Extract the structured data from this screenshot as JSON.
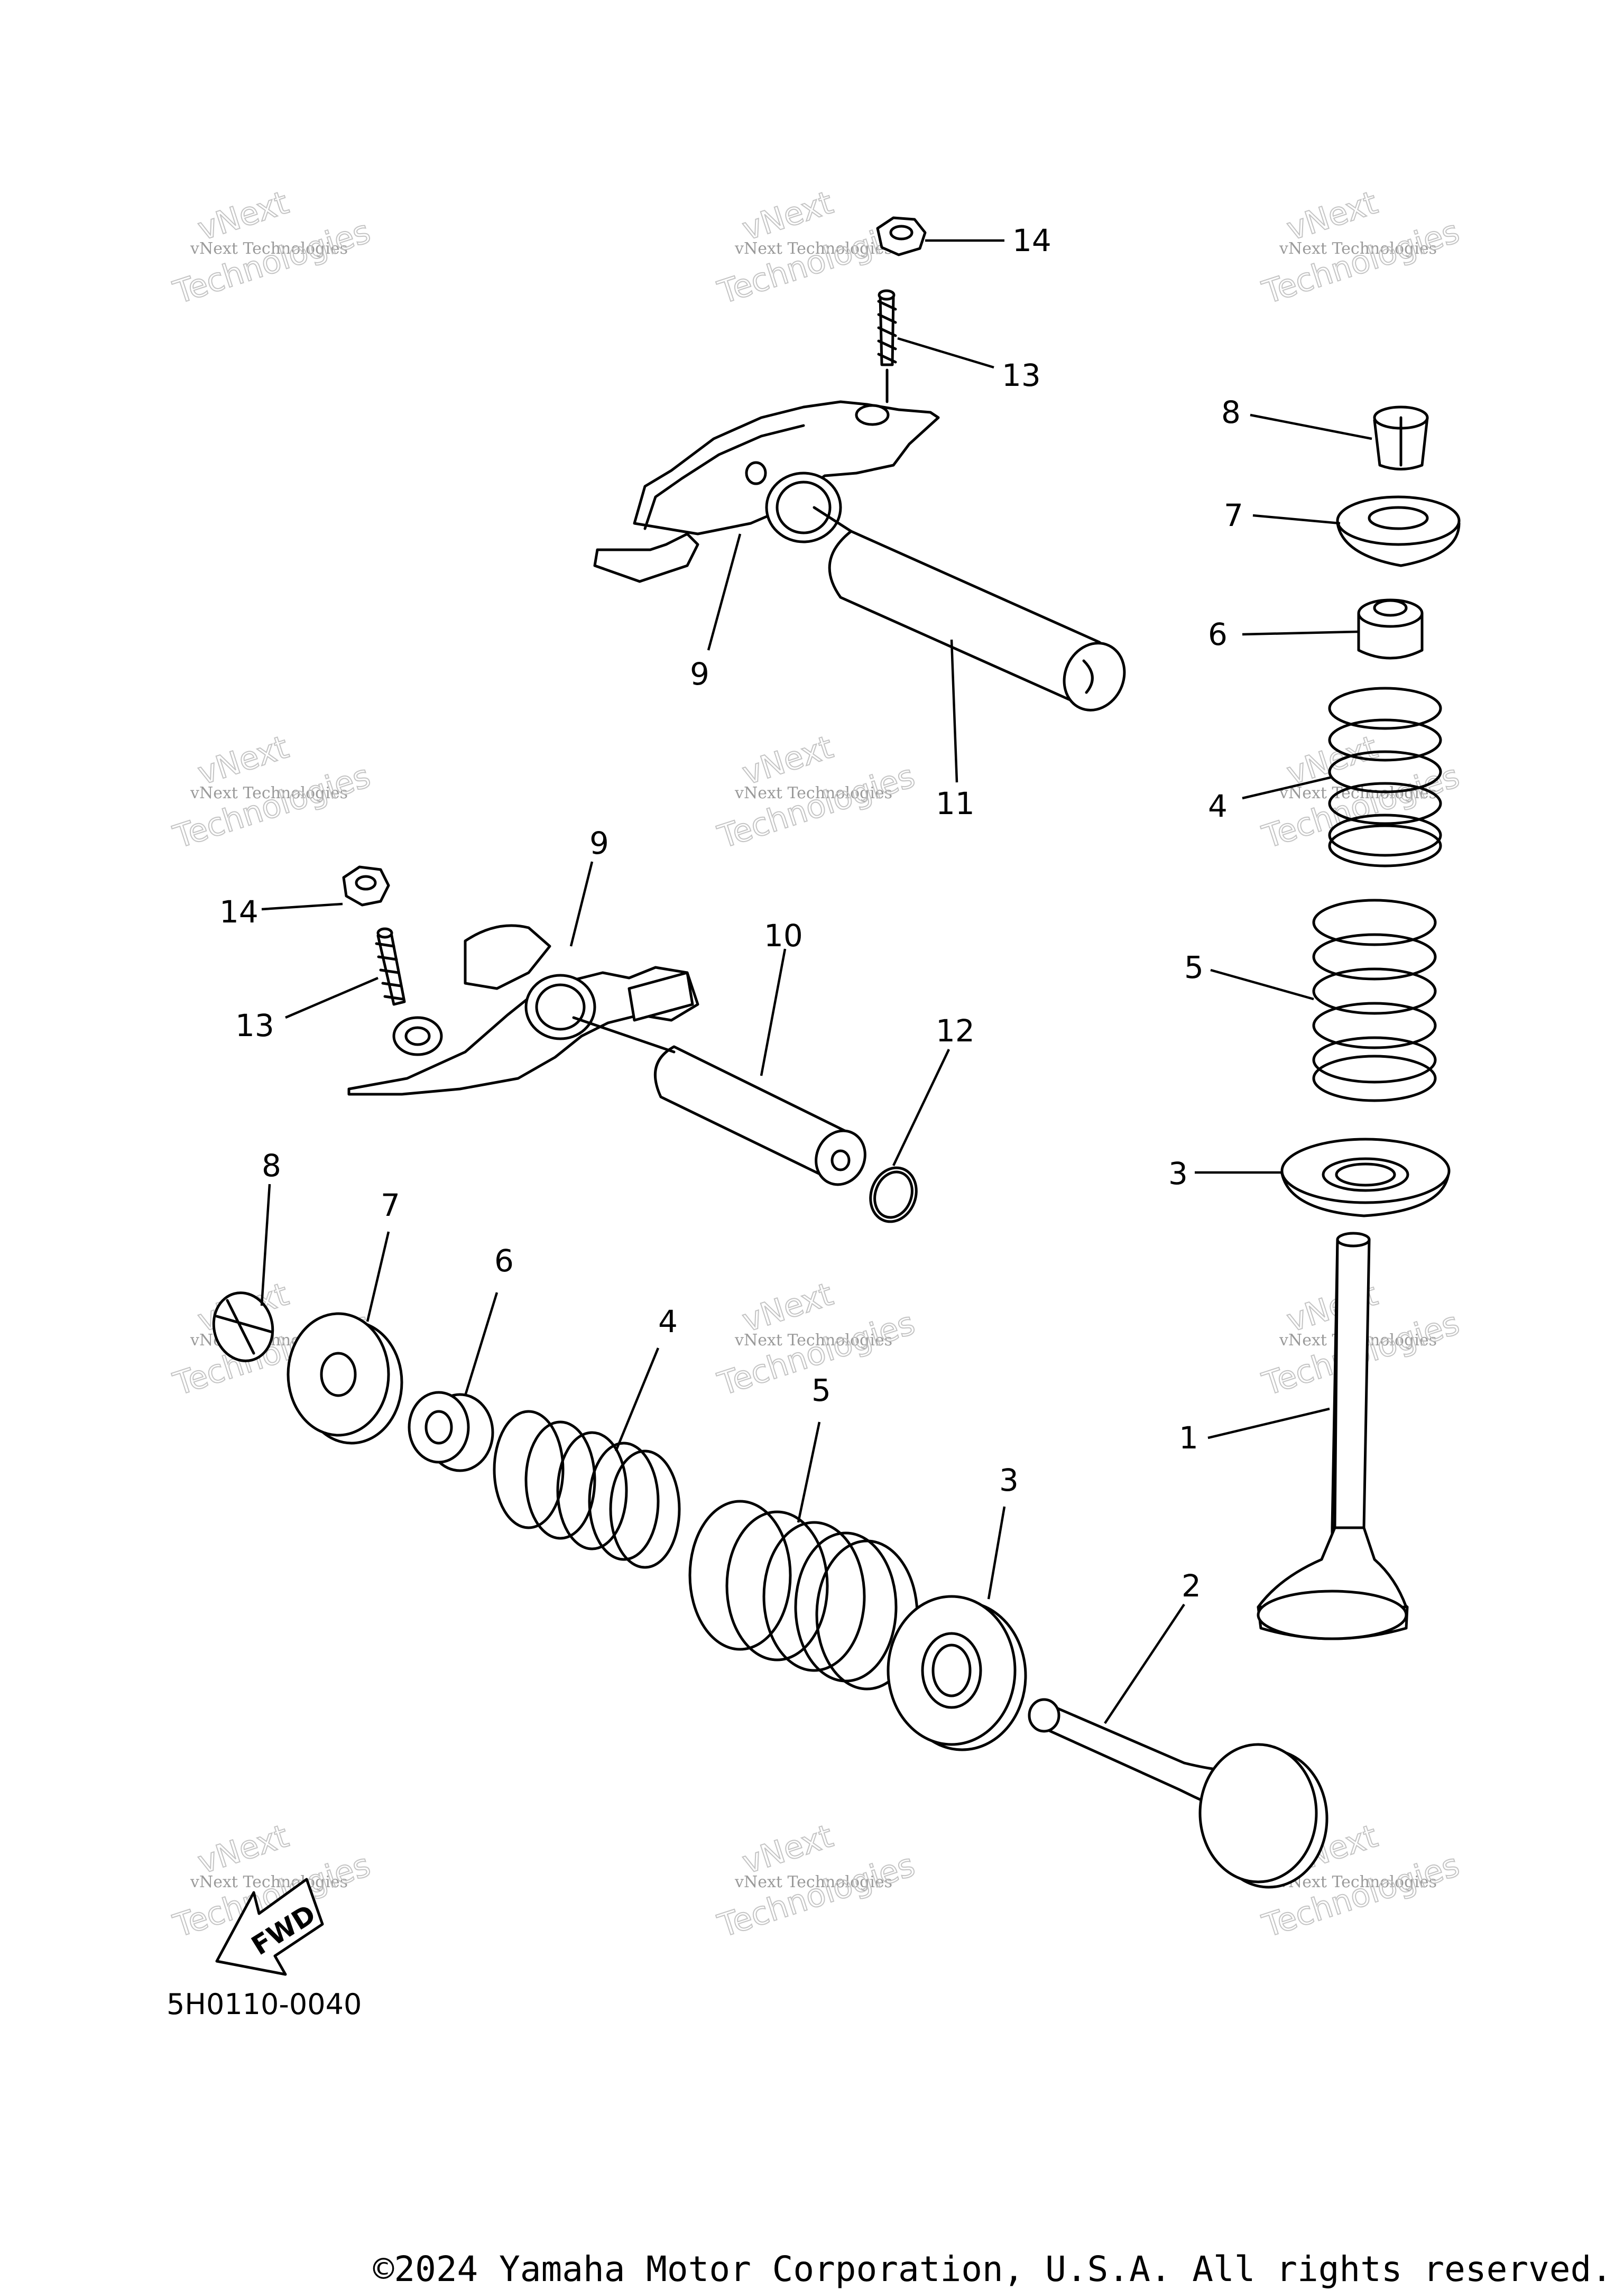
{
  "diagram": {
    "drawing_code": "5H0110-0040",
    "copyright": "©2024 Yamaha Motor Corporation, U.S.A. All rights reserved.",
    "fwd_label": "FWD",
    "watermark": {
      "line1": "vNext Technologies",
      "line2": "vNext",
      "line3": "Technologies"
    },
    "callouts": [
      {
        "id": "c14a",
        "label": "14"
      },
      {
        "id": "c13a",
        "label": "13"
      },
      {
        "id": "c9a",
        "label": "9"
      },
      {
        "id": "c11",
        "label": "11"
      },
      {
        "id": "c8a",
        "label": "8"
      },
      {
        "id": "c7a",
        "label": "7"
      },
      {
        "id": "c6a",
        "label": "6"
      },
      {
        "id": "c4a",
        "label": "4"
      },
      {
        "id": "c5a",
        "label": "5"
      },
      {
        "id": "c3a",
        "label": "3"
      },
      {
        "id": "c1",
        "label": "1"
      },
      {
        "id": "c9b",
        "label": "9"
      },
      {
        "id": "c14b",
        "label": "14"
      },
      {
        "id": "c13b",
        "label": "13"
      },
      {
        "id": "c10",
        "label": "10"
      },
      {
        "id": "c12",
        "label": "12"
      },
      {
        "id": "c8b",
        "label": "8"
      },
      {
        "id": "c7b",
        "label": "7"
      },
      {
        "id": "c6b",
        "label": "6"
      },
      {
        "id": "c4b",
        "label": "4"
      },
      {
        "id": "c5b",
        "label": "5"
      },
      {
        "id": "c3b",
        "label": "3"
      },
      {
        "id": "c2",
        "label": "2"
      }
    ]
  }
}
